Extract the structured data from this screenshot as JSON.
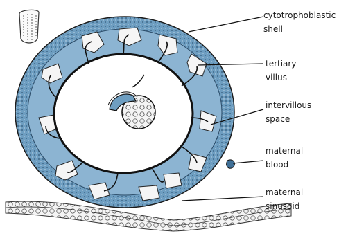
{
  "labels": {
    "cytotrophoblastic_shell": "cytotrophoblastic\nshell",
    "tertiary_villus": "tertiary\nvillus",
    "intervillous_space": "intervillous\nspace",
    "maternal_blood": "maternal\nblood",
    "maternal_sinusoid": "maternal\nsinusoid"
  },
  "colors": {
    "shell_blue": "#6e9ec1",
    "dark_blue": "#3f6f96",
    "outline": "#1b1b1b",
    "background": "#ffffff"
  }
}
